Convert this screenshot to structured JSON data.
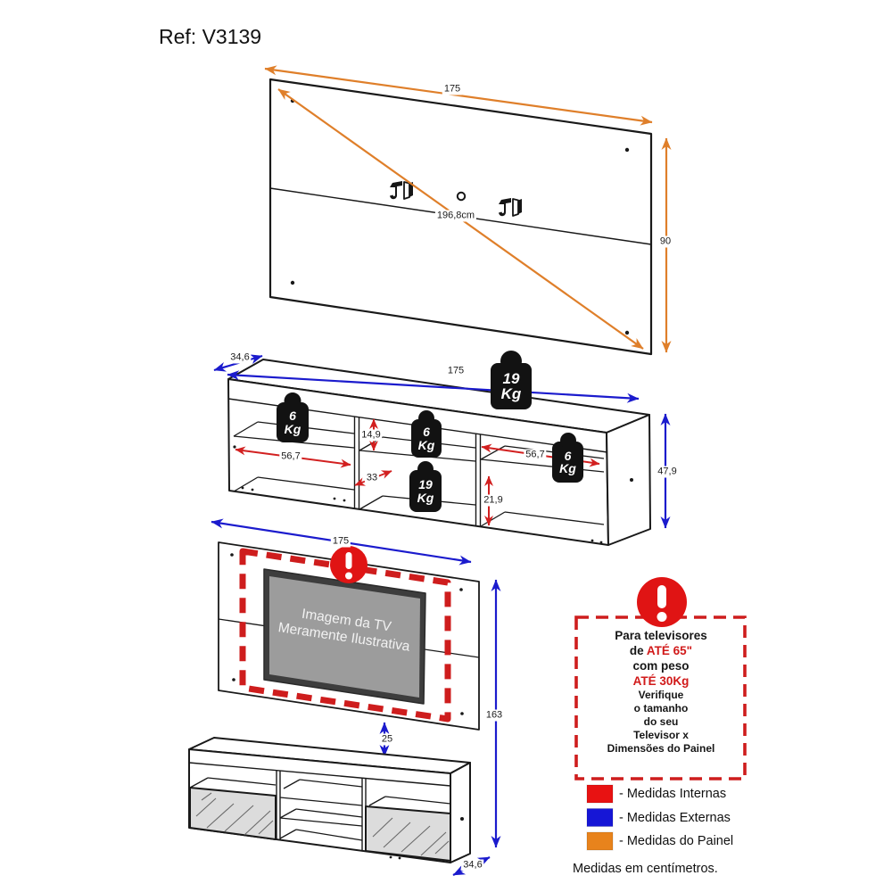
{
  "title": "Ref: V3139",
  "panel_top": {
    "width": "175",
    "height": "90",
    "diagonal": "196,8cm"
  },
  "rack": {
    "depth": "34,6",
    "width": "175",
    "height": "47,9",
    "shelf_left_width": "56,7",
    "shelf_top_gap": "14,9",
    "middle_width": "33",
    "right_inner_height": "21,9",
    "shelf_right_width": "56,7",
    "weights": {
      "top": {
        "value": "19",
        "unit": "Kg"
      },
      "left": {
        "value": "6",
        "unit": "Kg"
      },
      "middle": {
        "value": "6",
        "unit": "Kg"
      },
      "middle_lower": {
        "value": "19",
        "unit": "Kg"
      },
      "right": {
        "value": "6",
        "unit": "Kg"
      }
    }
  },
  "panel_tv": {
    "width": "175",
    "height": "163",
    "gap_to_rack": "25",
    "depth": "34,6",
    "tv_line1": "Imagem da TV",
    "tv_line2": "Meramente Ilustrativa"
  },
  "warning": {
    "line1": "Para televisores",
    "line2_prefix": "de ",
    "line2_highlight": "ATÉ 65\"",
    "line3": "com peso",
    "line4_highlight": "ATÉ 30Kg",
    "line5": "Verifique",
    "line6": "o tamanho",
    "line7": "do seu",
    "line8": "Televisor x",
    "line9": "Dimensões do Painel"
  },
  "legend": {
    "items": [
      {
        "label": "- Medidas Internas",
        "color": "#e81212"
      },
      {
        "label": "- Medidas Externas",
        "color": "#1616d6"
      },
      {
        "label": "- Medidas do Painel",
        "color": "#e8831c"
      }
    ],
    "footnote": "Medidas em centímetros."
  },
  "colors": {
    "internal": "#d22020",
    "external": "#1b1bcd",
    "panel": "#df7f2a",
    "alert": "#ce1d1d"
  }
}
